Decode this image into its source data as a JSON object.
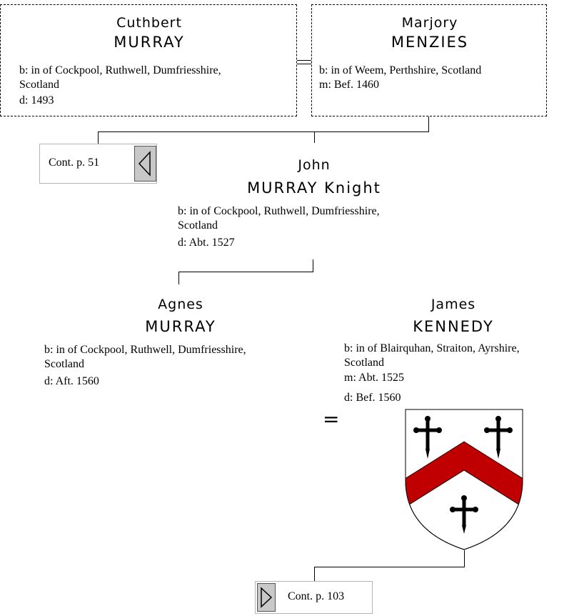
{
  "couple1": {
    "husband": {
      "given": "Cuthbert",
      "surname": "MURRAY",
      "birth": "b: in of Cockpool, Ruthwell, Dumfriesshire,",
      "birth2": "Scotland",
      "death": "d: 1493"
    },
    "wife": {
      "given": "Marjory",
      "surname": "MENZIES",
      "birth": "b: in of Weem, Perthshire, Scotland",
      "marriage": "m: Bef. 1460"
    }
  },
  "child1": {
    "given": "John",
    "surname": "MURRAY Knight",
    "birth": "b: in of Cockpool, Ruthwell, Dumfriesshire,",
    "birth2": "Scotland",
    "death": "d: Abt. 1527"
  },
  "couple2": {
    "wife": {
      "given": "Agnes",
      "surname": "MURRAY",
      "birth": "b: in of Cockpool, Ruthwell, Dumfriesshire,",
      "birth2": "Scotland",
      "death": "d: Aft. 1560"
    },
    "husband": {
      "given": "James",
      "surname": "KENNEDY",
      "birth": "b: in of Blairquhan, Straiton, Ayrshire,",
      "birth2": "Scotland",
      "marriage": "m: Abt. 1525",
      "death": "d: Bef. 1560"
    },
    "equals": "="
  },
  "nav": {
    "prev_label": "Cont. p. 51",
    "next_label": "Cont. p. 103"
  },
  "icons": {
    "prev": "triangle-left-icon",
    "next": "triangle-right-icon",
    "arms": "coat-of-arms-icon"
  },
  "colors": {
    "chevron": "#c00000",
    "shield": "#ffffff",
    "cross": "#000000",
    "button": "#c8c8c8"
  }
}
